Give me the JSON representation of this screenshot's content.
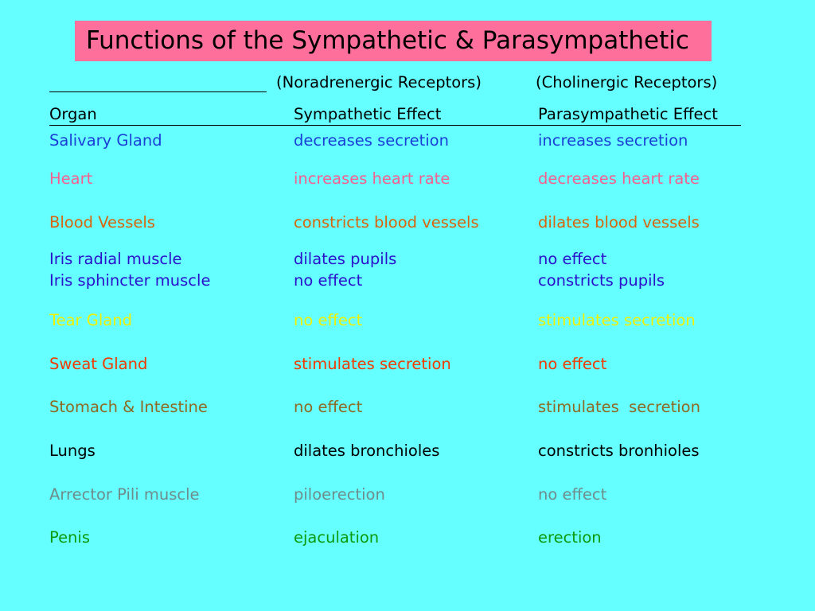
{
  "title": "Functions of the Sympathetic & Parasympathetic",
  "receptors": {
    "sympathetic": "(Noradrenergic Receptors)",
    "parasympathetic": "(Cholinergic Receptors)"
  },
  "headers": {
    "organ": "Organ",
    "sympathetic": "Sympathetic Effect",
    "parasympathetic": "Parasympathetic Effect"
  },
  "colors": {
    "background": "#66ffff",
    "title_box": "#ff6f9b"
  },
  "rows": [
    {
      "organ": "Salivary Gland",
      "sympathetic": "decreases secretion",
      "parasympathetic": "increases secretion",
      "color": "#1a3fd6"
    },
    {
      "organ": "Heart",
      "sympathetic": "increases heart rate",
      "parasympathetic": "decreases heart rate",
      "color": "#f4608f"
    },
    {
      "organ": "Blood Vessels",
      "sympathetic": "constricts blood vessels",
      "parasympathetic": "dilates blood vessels",
      "color": "#d8640c"
    },
    {
      "organ": "Iris radial muscle",
      "sympathetic": "dilates pupils",
      "parasympathetic": "no effect",
      "color": "#2b10cc"
    },
    {
      "organ": "Iris sphincter muscle",
      "sympathetic": "no effect",
      "parasympathetic": "constricts pupils",
      "color": "#2b10cc"
    },
    {
      "organ": "Tear Gland",
      "sympathetic": "no effect",
      "parasympathetic": "stimulates secretion",
      "color": "#f0f000"
    },
    {
      "organ": "Sweat Gland",
      "sympathetic": "stimulates secretion",
      "parasympathetic": "no effect",
      "color": "#f03a00"
    },
    {
      "organ": "Stomach & Intestine",
      "sympathetic": "no effect",
      "parasympathetic": "stimulates  secretion",
      "color": "#8e6a24"
    },
    {
      "organ": "Lungs",
      "sympathetic": "dilates bronchioles",
      "parasympathetic": "constricts bronhioles",
      "color": "#000000"
    },
    {
      "organ": "Arrector Pili muscle",
      "sympathetic": "piloerection",
      "parasympathetic": "no effect",
      "color": "#6f8c8c"
    },
    {
      "organ": "Penis",
      "sympathetic": "ejaculation",
      "parasympathetic": "erection",
      "color": "#0c9a0c"
    }
  ]
}
